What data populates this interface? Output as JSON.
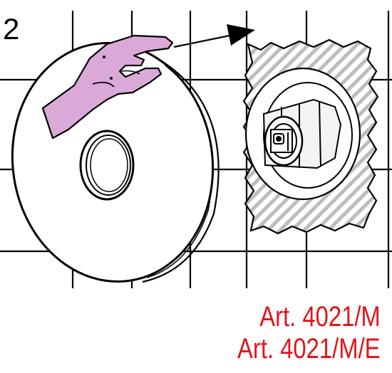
{
  "step": {
    "number": "2"
  },
  "labels": {
    "article_1": "Art. 4021/M",
    "article_2": "Art. 4021/M/E"
  },
  "colors": {
    "label_red": "#e0151a",
    "hand_fill": "#dba9d8",
    "line": "#000000",
    "hatch": "#b8b8b8"
  },
  "icons": {
    "direction_arrow": "arrow-right-up-icon",
    "hand": "hand-icon"
  }
}
